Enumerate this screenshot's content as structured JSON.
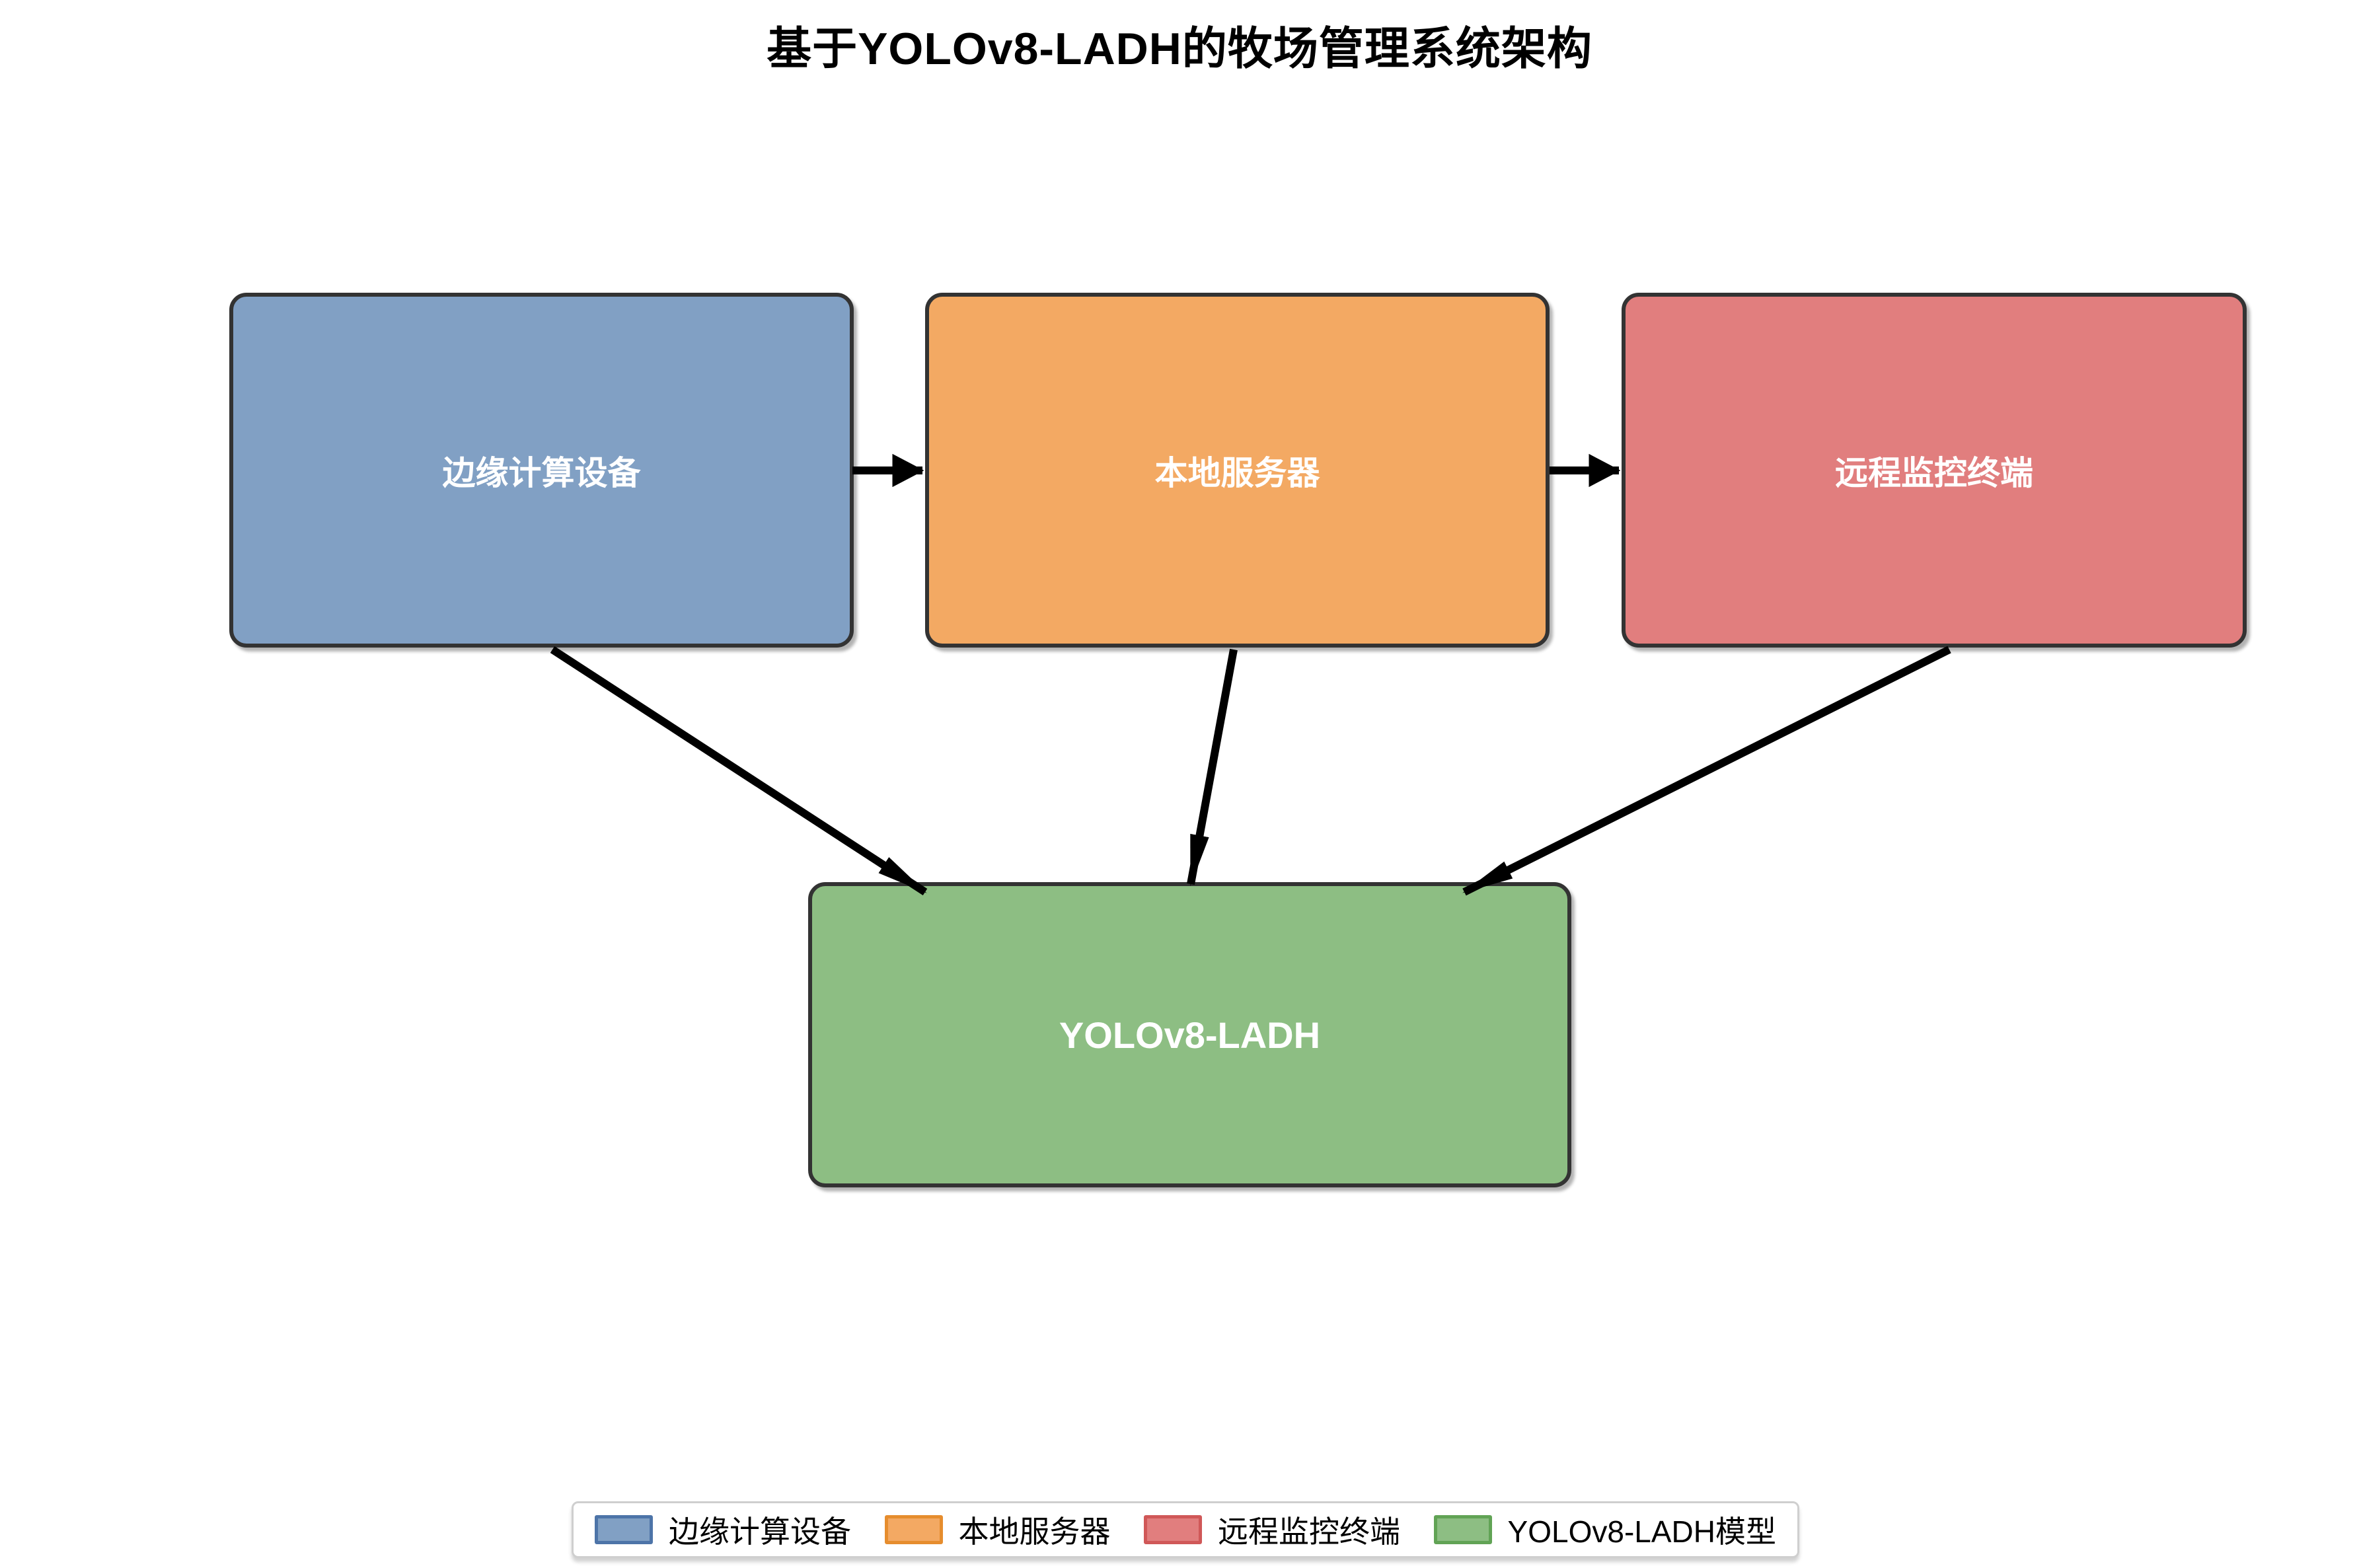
{
  "title": "基于YOLOv8-LADH的牧场管理系统架构",
  "diagram": {
    "nodes": [
      {
        "id": "edge-device",
        "label": "边缘计算设备",
        "fill": "#81a0c4"
      },
      {
        "id": "local-server",
        "label": "本地服务器",
        "fill": "#f3a963"
      },
      {
        "id": "remote-terminal",
        "label": "远程监控终端",
        "fill": "#e17e7e"
      },
      {
        "id": "yolov8-ladh",
        "label": "YOLOv8-LADH",
        "fill": "#8dbe83"
      }
    ],
    "edges": [
      {
        "from": "边缘计算设备",
        "to": "本地服务器"
      },
      {
        "from": "本地服务器",
        "to": "远程监控终端"
      },
      {
        "from": "边缘计算设备",
        "to": "YOLOv8-LADH"
      },
      {
        "from": "本地服务器",
        "to": "YOLOv8-LADH"
      },
      {
        "from": "远程监控终端",
        "to": "YOLOv8-LADH"
      }
    ],
    "arrow_color": "#000000",
    "node_border_color": "#333333",
    "node_text_color": "#ffffff"
  },
  "legend": {
    "items": [
      {
        "label": "边缘计算设备",
        "fill": "#81a0c4",
        "border": "#4d74a8"
      },
      {
        "label": "本地服务器",
        "fill": "#f3a963",
        "border": "#e68d2e"
      },
      {
        "label": "远程监控终端",
        "fill": "#e17e7e",
        "border": "#d05858"
      },
      {
        "label": "YOLOv8-LADH模型",
        "fill": "#8dbe83",
        "border": "#61a355"
      }
    ]
  }
}
